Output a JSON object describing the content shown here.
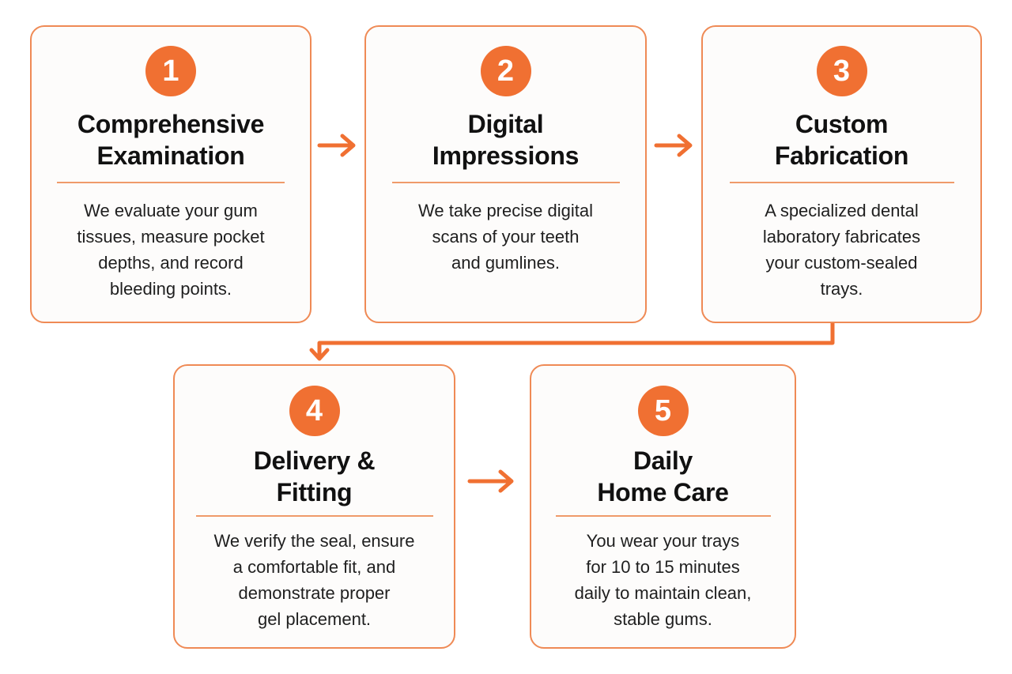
{
  "diagram": {
    "accent_color": "#f07032",
    "border_color": "#ef8a55",
    "steps": [
      {
        "number": "1",
        "title_lines": [
          "Comprehensive",
          "Examination"
        ],
        "description_lines": [
          "We evaluate your gum",
          "tissues, measure pocket",
          "depths, and record",
          "bleeding points."
        ]
      },
      {
        "number": "2",
        "title_lines": [
          "Digital",
          "Impressions"
        ],
        "description_lines": [
          "We take precise digital",
          "scans of your teeth",
          "and gumlines."
        ]
      },
      {
        "number": "3",
        "title_lines": [
          "Custom",
          "Fabrication"
        ],
        "description_lines": [
          "A specialized dental",
          "laboratory fabricates",
          "your custom-sealed",
          "trays."
        ]
      },
      {
        "number": "4",
        "title_lines": [
          "Delivery &",
          "Fitting"
        ],
        "description_lines": [
          "We verify the seal, ensure",
          "a comfortable fit, and",
          "demonstrate proper",
          "gel placement."
        ]
      },
      {
        "number": "5",
        "title_lines": [
          "Daily",
          "Home Care"
        ],
        "description_lines": [
          "You wear your trays",
          "for 10 to 15 minutes",
          "daily to maintain clean,",
          "stable gums."
        ]
      }
    ]
  }
}
